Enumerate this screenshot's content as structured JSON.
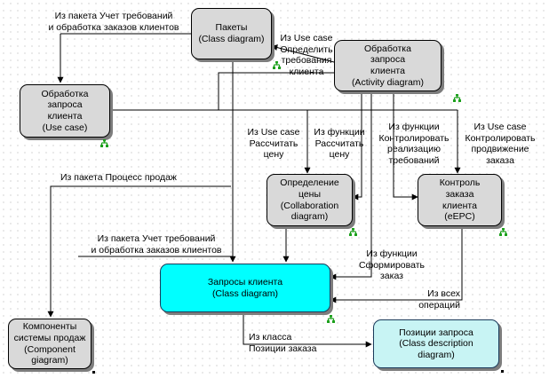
{
  "nodes": {
    "pakety": "Пакеты\n(Class diagram)",
    "obrabotka_activity": "Обработка\nзапроса\nклиента\n(Activity diagram)",
    "obrabotka_usecase": "Обработка\nзапроса\nклиента\n(Use case)",
    "opredelenie_ceny": "Определение\nцены\n(Collaboration\ndiagram)",
    "kontrol_zakaza": "Контроль\nзаказа\nклиента\n(eEPC)",
    "zaprosy_klienta": "Запросы клиента\n(Class diagram)",
    "komponenty": "Компоненты\nсистемы продаж\n(Component\ngiagram)",
    "pozicii_zaprosa": "Позиции запроса\n(Class description\ndiagram)"
  },
  "labels": {
    "top_left": "Из пакета Учет требований\nи обработка заказов клиентов",
    "usecase_define": "Из Use case\nОпределить\nтребования\nклиента",
    "usecase_price": "Из Use case\nРассчитать\nцену",
    "func_price": "Из функции\nРассчитать\nцену",
    "func_control": "Из функции\nКонтролировать\nреализацию\nтребований",
    "usecase_control": "Из Use case\nКонтролировать\nпродвижение\nзаказа",
    "process_sales": "Из пакета Процесс продаж",
    "mid_left": "Из пакета Учет требований\nи обработка заказов клиентов",
    "func_order": "Из функции\nСформировать\nзаказ",
    "all_ops": "Из всех\nопераций",
    "class_items": "Из класса\nПозиции заказа"
  },
  "colors": {
    "node_gray": "#d9d9d9",
    "node_cyan": "#00ffff",
    "node_light_cyan": "#c8f4f4",
    "marker_green": "#1ca01c"
  }
}
